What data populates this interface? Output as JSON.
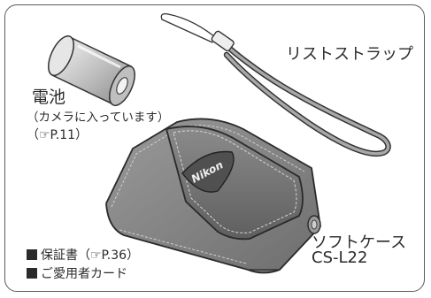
{
  "battery": {
    "label": "電池",
    "note": "（カメラに入っています）",
    "ref": "（☞P.11）"
  },
  "strap": {
    "label": "リストストラップ"
  },
  "case": {
    "label": "ソフトケース",
    "model": "CS-L22",
    "brand": "Nikon"
  },
  "items": [
    {
      "text": "保証書（☞P.36）"
    },
    {
      "text": "ご愛用者カード"
    }
  ],
  "icons": [
    "battery-illustration",
    "wrist-strap-illustration",
    "soft-case-illustration",
    "pointing-hand-icon"
  ]
}
